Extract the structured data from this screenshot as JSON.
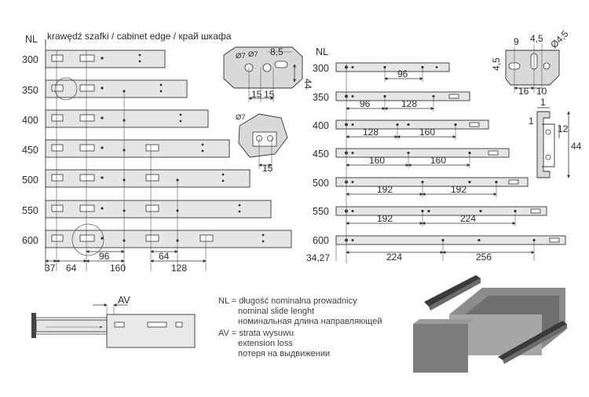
{
  "labels": {
    "nl_left": "NL",
    "cabinet_edge": "krawędź szafki / cabinet edge / край шкафа",
    "nl_right": "NL",
    "av": "AV"
  },
  "lengths_left": [
    "300",
    "350",
    "400",
    "450",
    "500",
    "550",
    "600"
  ],
  "lengths_right": [
    "300",
    "350",
    "400",
    "450",
    "500",
    "550",
    "600"
  ],
  "left_bottom_dims": [
    "37",
    "64",
    "96",
    "160",
    "64",
    "128"
  ],
  "left_detail_dims": [
    "Ø7",
    "Ø7",
    "8,5",
    "44",
    "15",
    "15"
  ],
  "left_detail2_dims": [
    "Ø7",
    "15"
  ],
  "right_dims": {
    "r300": [
      "96"
    ],
    "r350": [
      "96",
      "128"
    ],
    "r400": [
      "128",
      "160"
    ],
    "r450": [
      "160",
      "160"
    ],
    "r500": [
      "192",
      "192"
    ],
    "r550": [
      "192",
      "224"
    ],
    "r600": [
      "34,27",
      "224",
      "256"
    ]
  },
  "right_detail_dims": [
    "9",
    "4,5",
    "Ø4,5",
    "4,5",
    "16",
    "10"
  ],
  "profile_dims": [
    "1",
    "1",
    "12",
    "44"
  ],
  "legend": {
    "nl_pl": "NL = długość nominalna prowadnicy",
    "nl_en": "nominal slide lenght",
    "nl_ru": "номинальная длина направляющей",
    "av_pl": "AV = strata wysuwu",
    "av_en": "extension loss",
    "av_ru": "потеря на выдвижении"
  }
}
